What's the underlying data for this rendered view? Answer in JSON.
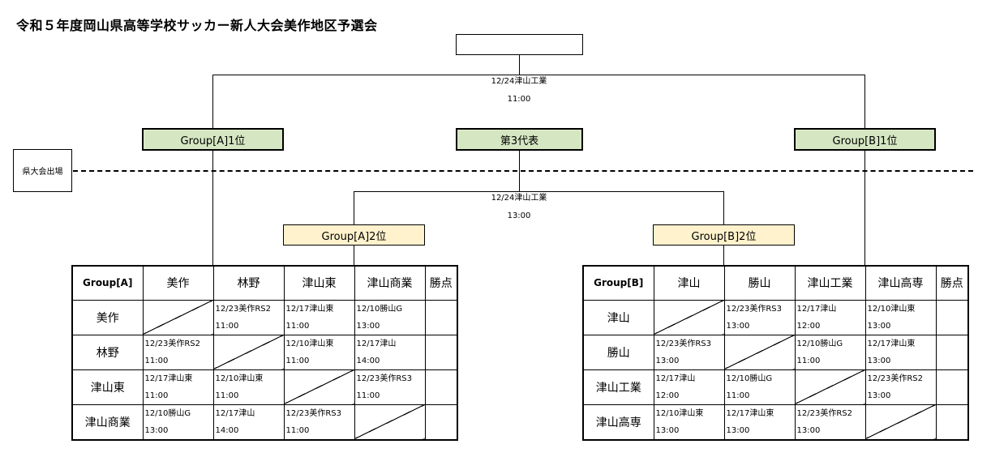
{
  "title": "令和５年度岡山県高等学校サッカー新人大会美作地区予選会",
  "final_winner_box": "",
  "final_match": {
    "line1": "12/24津山工業",
    "line2": "11:00"
  },
  "semi_match": {
    "line1": "12/24津山工業",
    "line2": "13:00"
  },
  "seeds": {
    "group_a_first": "Group[A]1位",
    "third_rep": "第3代表",
    "group_b_first": "Group[B]1位",
    "group_a_second": "Group[A]2位",
    "group_b_second": "Group[B]2位"
  },
  "kentaikai_label": "県大会出場",
  "colors": {
    "green": "#d5e7c2",
    "yellow": "#fff2cc"
  },
  "group_a": {
    "name": "Group[A]",
    "teams": [
      "美作",
      "林野",
      "津山東",
      "津山商業"
    ],
    "points_label": "勝点",
    "cells": [
      [
        null,
        [
          "12/23美作RS2",
          "11:00"
        ],
        [
          "12/17津山東",
          "11:00"
        ],
        [
          "12/10勝山G",
          "13:00"
        ],
        ""
      ],
      [
        [
          "12/23美作RS2",
          "11:00"
        ],
        null,
        [
          "12/10津山東",
          "11:00"
        ],
        [
          "12/17津山",
          "14:00"
        ],
        ""
      ],
      [
        [
          "12/17津山東",
          "11:00"
        ],
        [
          "12/10津山東",
          "11:00"
        ],
        null,
        [
          "12/23美作RS3",
          "11:00"
        ],
        ""
      ],
      [
        [
          "12/10勝山G",
          "13:00"
        ],
        [
          "12/17津山",
          "14:00"
        ],
        [
          "12/23美作RS3",
          "11:00"
        ],
        null,
        ""
      ]
    ]
  },
  "group_b": {
    "name": "Group[B]",
    "teams": [
      "津山",
      "勝山",
      "津山工業",
      "津山高専"
    ],
    "points_label": "勝点",
    "cells": [
      [
        null,
        [
          "12/23美作RS3",
          "13:00"
        ],
        [
          "12/17津山",
          "12:00"
        ],
        [
          "12/10津山東",
          "13:00"
        ],
        ""
      ],
      [
        [
          "12/23美作RS3",
          "13:00"
        ],
        null,
        [
          "12/10勝山G",
          "11:00"
        ],
        [
          "12/17津山東",
          "13:00"
        ],
        ""
      ],
      [
        [
          "12/17津山",
          "12:00"
        ],
        [
          "12/10勝山G",
          "11:00"
        ],
        null,
        [
          "12/23美作RS2",
          "13:00"
        ],
        ""
      ],
      [
        [
          "12/10津山東",
          "13:00"
        ],
        [
          "12/17津山東",
          "13:00"
        ],
        [
          "12/23美作RS2",
          "13:00"
        ],
        null,
        ""
      ]
    ]
  }
}
